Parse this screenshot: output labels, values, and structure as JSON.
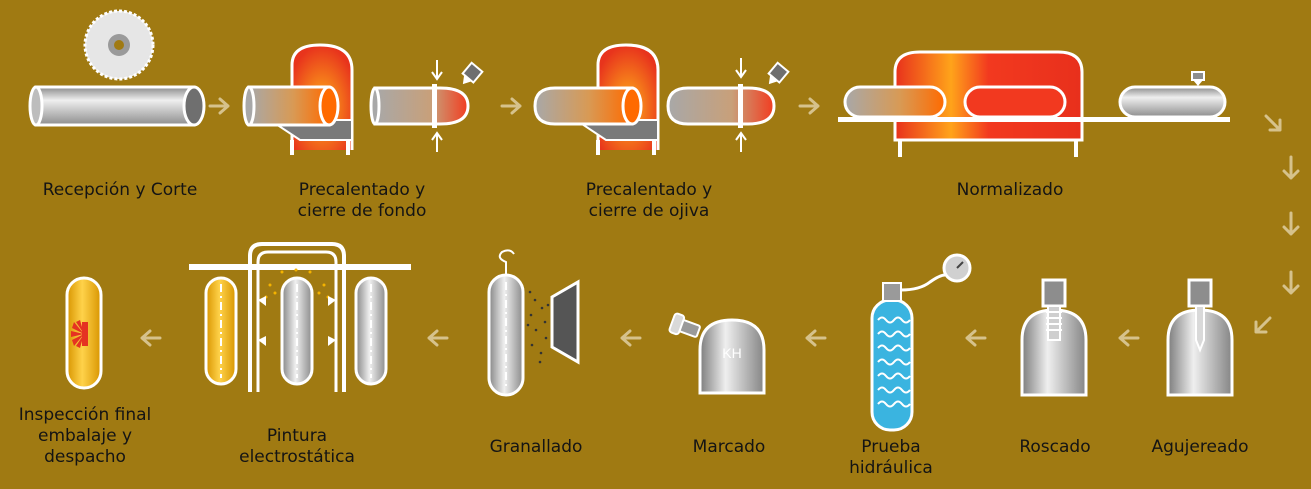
{
  "steps": {
    "recepcion": {
      "line1": "Recepción y Corte"
    },
    "precal_fondo": {
      "line1": "Precalentado y",
      "line2": "cierre de fondo"
    },
    "precal_ojiva": {
      "line1": "Precalentado y",
      "line2": "cierre de ojiva"
    },
    "normalizado": {
      "line1": "Normalizado"
    },
    "agujereado": {
      "line1": "Agujereado"
    },
    "roscado": {
      "line1": "Roscado"
    },
    "prueba": {
      "line1": "Prueba",
      "line2": "hidráulica"
    },
    "marcado": {
      "line1": "Marcado",
      "stamp": "KH"
    },
    "granallado": {
      "line1": "Granallado"
    },
    "pintura": {
      "line1": "Pintura",
      "line2": "electrostática"
    },
    "inspeccion": {
      "line1": "Inspección final",
      "line2": "embalaje y",
      "line3": "despacho"
    }
  },
  "colors": {
    "background": "#a07a12",
    "arrow": "#d6c28c",
    "hot": "#e53222",
    "steel": "#b9b9b9",
    "water": "#3ab4e0",
    "yellow": "#f4b300"
  }
}
